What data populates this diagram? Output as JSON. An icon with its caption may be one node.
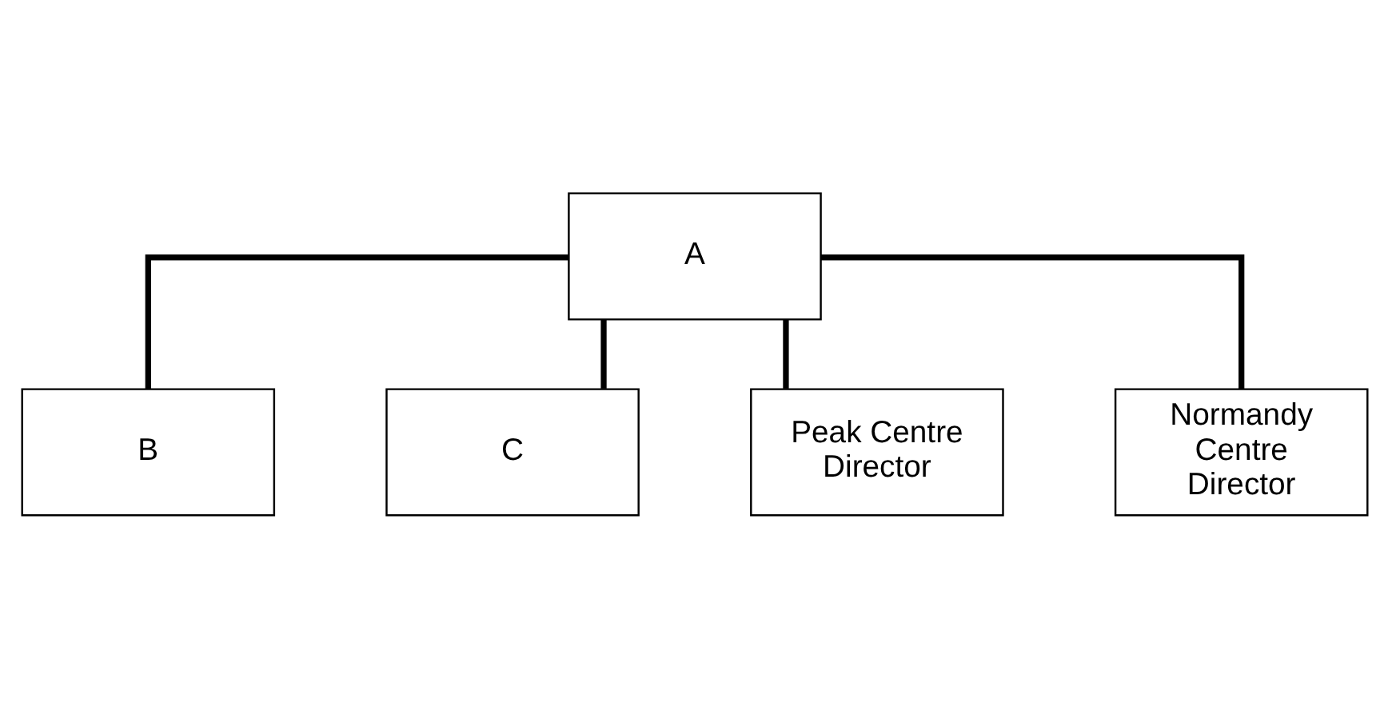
{
  "diagram": {
    "nodes": [
      {
        "text": [
          "A"
        ]
      },
      {
        "text": [
          "B"
        ]
      },
      {
        "text": [
          "C"
        ]
      },
      {
        "text": [
          "Peak Centre Director"
        ]
      },
      {
        "text": [
          "Normandy Centre Director"
        ]
      }
    ],
    "edges": [
      {
        "from": 0,
        "to": 1,
        "arrow": "none"
      },
      {
        "from": 0,
        "to": 2,
        "arrow": "none"
      },
      {
        "from": 0,
        "to": 3,
        "arrow": "none"
      },
      {
        "from": 0,
        "to": 4,
        "arrow": "none"
      }
    ]
  }
}
